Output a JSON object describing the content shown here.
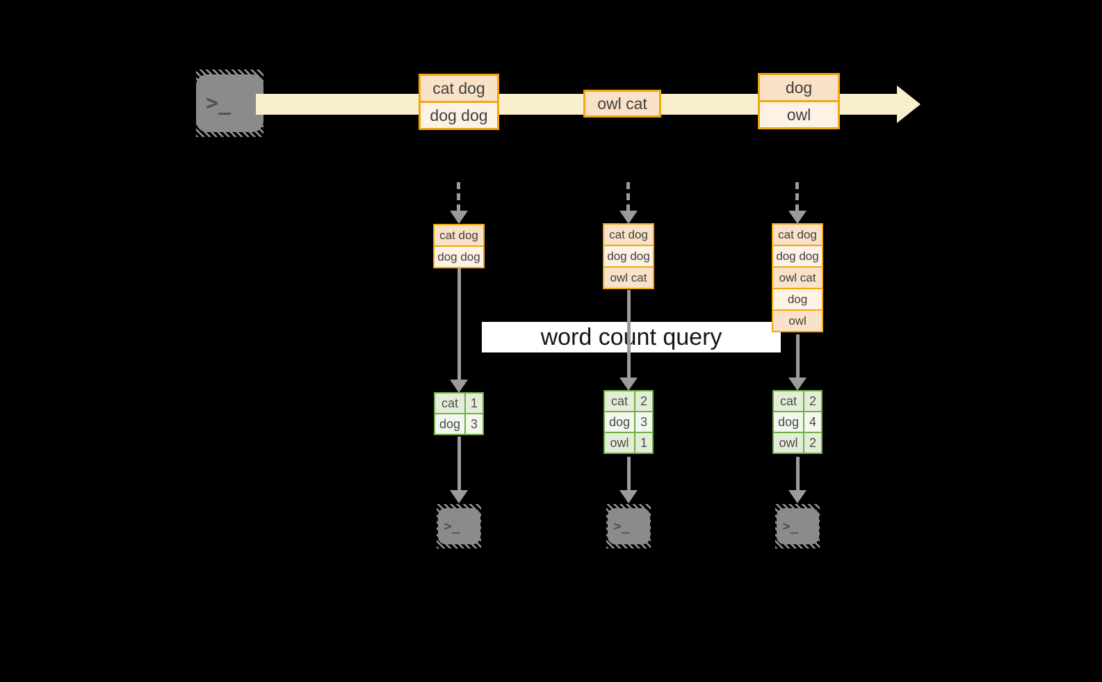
{
  "diagram": {
    "title_hint": "stream word-count query diagram",
    "query_label": "word count query",
    "terminal_glyph": ">_",
    "timeline": {
      "events": [
        {
          "cells": [
            "cat dog",
            "dog dog"
          ]
        },
        {
          "cells": [
            "owl cat"
          ]
        },
        {
          "cells": [
            "dog",
            "owl"
          ]
        }
      ]
    },
    "columns": [
      {
        "stack": [
          "cat dog",
          "dog dog"
        ],
        "counts": [
          {
            "word": "cat",
            "count": "1"
          },
          {
            "word": "dog",
            "count": "3"
          }
        ]
      },
      {
        "stack": [
          "cat dog",
          "dog dog",
          "owl cat"
        ],
        "counts": [
          {
            "word": "cat",
            "count": "2"
          },
          {
            "word": "dog",
            "count": "3"
          },
          {
            "word": "owl",
            "count": "1"
          }
        ]
      },
      {
        "stack": [
          "cat dog",
          "dog dog",
          "owl cat",
          "dog",
          "owl"
        ],
        "counts": [
          {
            "word": "cat",
            "count": "2"
          },
          {
            "word": "dog",
            "count": "4"
          },
          {
            "word": "owl",
            "count": "2"
          }
        ]
      }
    ],
    "colors": {
      "background": "#000000",
      "stream_band": "#FAEFCD",
      "event_border": "#F1A70E",
      "event_fill_dark": "#F9E2C7",
      "event_fill_light": "#FDF2E4",
      "table_border": "#6FAE44",
      "table_fill_dark": "#E3EDD7",
      "table_fill_light": "#F3F8EE",
      "arrow_gray": "#9B9B9B",
      "query_band_bg": "#FFFFFF"
    }
  }
}
